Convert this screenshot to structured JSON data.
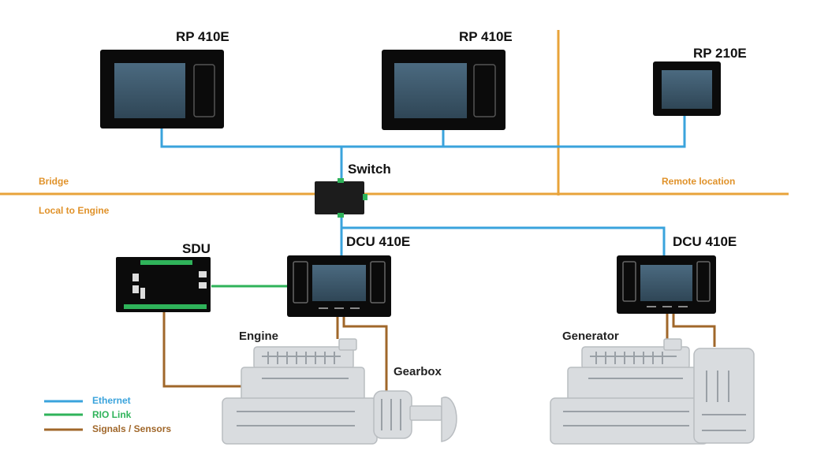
{
  "devices": {
    "rp1": "RP 410E",
    "rp2": "RP 410E",
    "rp3": "RP 210E",
    "switch": "Switch",
    "sdu": "SDU",
    "dcu1": "DCU 410E",
    "dcu2": "DCU 410E"
  },
  "zones": {
    "bridge": "Bridge",
    "remote": "Remote location",
    "local": "Local to Engine"
  },
  "machines": {
    "engine": "Engine",
    "gearbox": "Gearbox",
    "generator": "Generator"
  },
  "legend": {
    "items": [
      {
        "label": "Ethernet",
        "color": "#3aa3dc"
      },
      {
        "label": "RIO Link",
        "color": "#2fb35a"
      },
      {
        "label": "Signals / Sensors",
        "color": "#a0672a"
      }
    ]
  },
  "colors": {
    "ethernet": "#3aa3dc",
    "rio": "#2fb35a",
    "signals": "#a0672a",
    "zone_line": "#e8a33a",
    "panel_frame": "#0b0b0b",
    "screen": "#3c5668",
    "machine": "#d9dcdf"
  }
}
